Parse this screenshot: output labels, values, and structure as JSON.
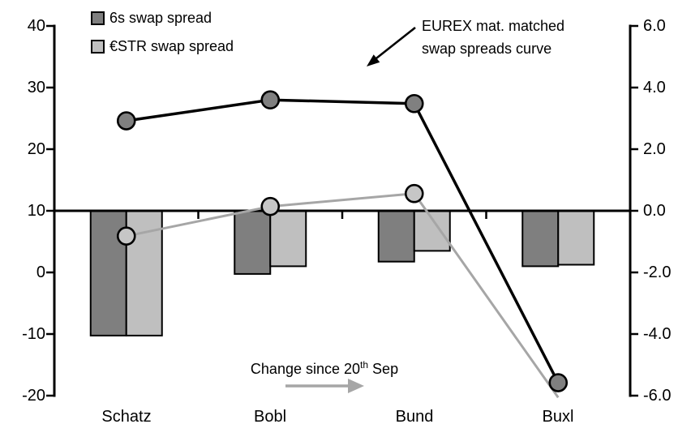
{
  "chart_data": {
    "type": "combo-bar-line",
    "categories": [
      "Schatz",
      "Bobl",
      "Bund",
      "Buxl"
    ],
    "left_axis": {
      "min": -20,
      "max": 40,
      "ticks": [
        "40",
        "30",
        "20",
        "10",
        "0",
        "-10",
        "-20"
      ]
    },
    "right_axis": {
      "min": -6,
      "max": 6,
      "ticks": [
        "6.0",
        "4.0",
        "2.0",
        "0.0",
        "-2.0",
        "-4.0",
        "-6.0"
      ]
    },
    "grid": "off",
    "bar_series": [
      {
        "name": "6s swap spread",
        "axis": "right",
        "color": "#7f7f7f",
        "values": [
          -4.05,
          -2.05,
          -1.65,
          -1.8
        ]
      },
      {
        "name": "€STR swap spread",
        "axis": "right",
        "color": "#bfbfbf",
        "values": [
          -4.05,
          -1.8,
          -1.3,
          -1.75
        ]
      }
    ],
    "line_series": [
      {
        "name": "6s swap spread curve",
        "axis": "left",
        "color": "#000000",
        "marker_fill": "#808080",
        "values": [
          24.6,
          28.0,
          27.4,
          -17.9
        ],
        "markers": [
          true,
          true,
          true,
          true
        ]
      },
      {
        "name": "€STR swap spread curve",
        "axis": "left",
        "color": "#a6a6a6",
        "marker_fill": "#c6c6c6",
        "values": [
          5.9,
          10.7,
          12.8,
          -20.3
        ],
        "markers": [
          true,
          true,
          true,
          false
        ]
      }
    ],
    "legend": [
      {
        "label": "6s swap spread",
        "color": "#7f7f7f"
      },
      {
        "label": "€STR swap spread",
        "color": "#bfbfbf"
      }
    ],
    "annotations": {
      "curve_label": {
        "line1": "EUREX mat. matched",
        "line2": "swap spreads curve"
      },
      "change_label": {
        "text_before_sup": "Change since 20",
        "sup": "th",
        "text_after_sup": " Sep"
      }
    }
  }
}
